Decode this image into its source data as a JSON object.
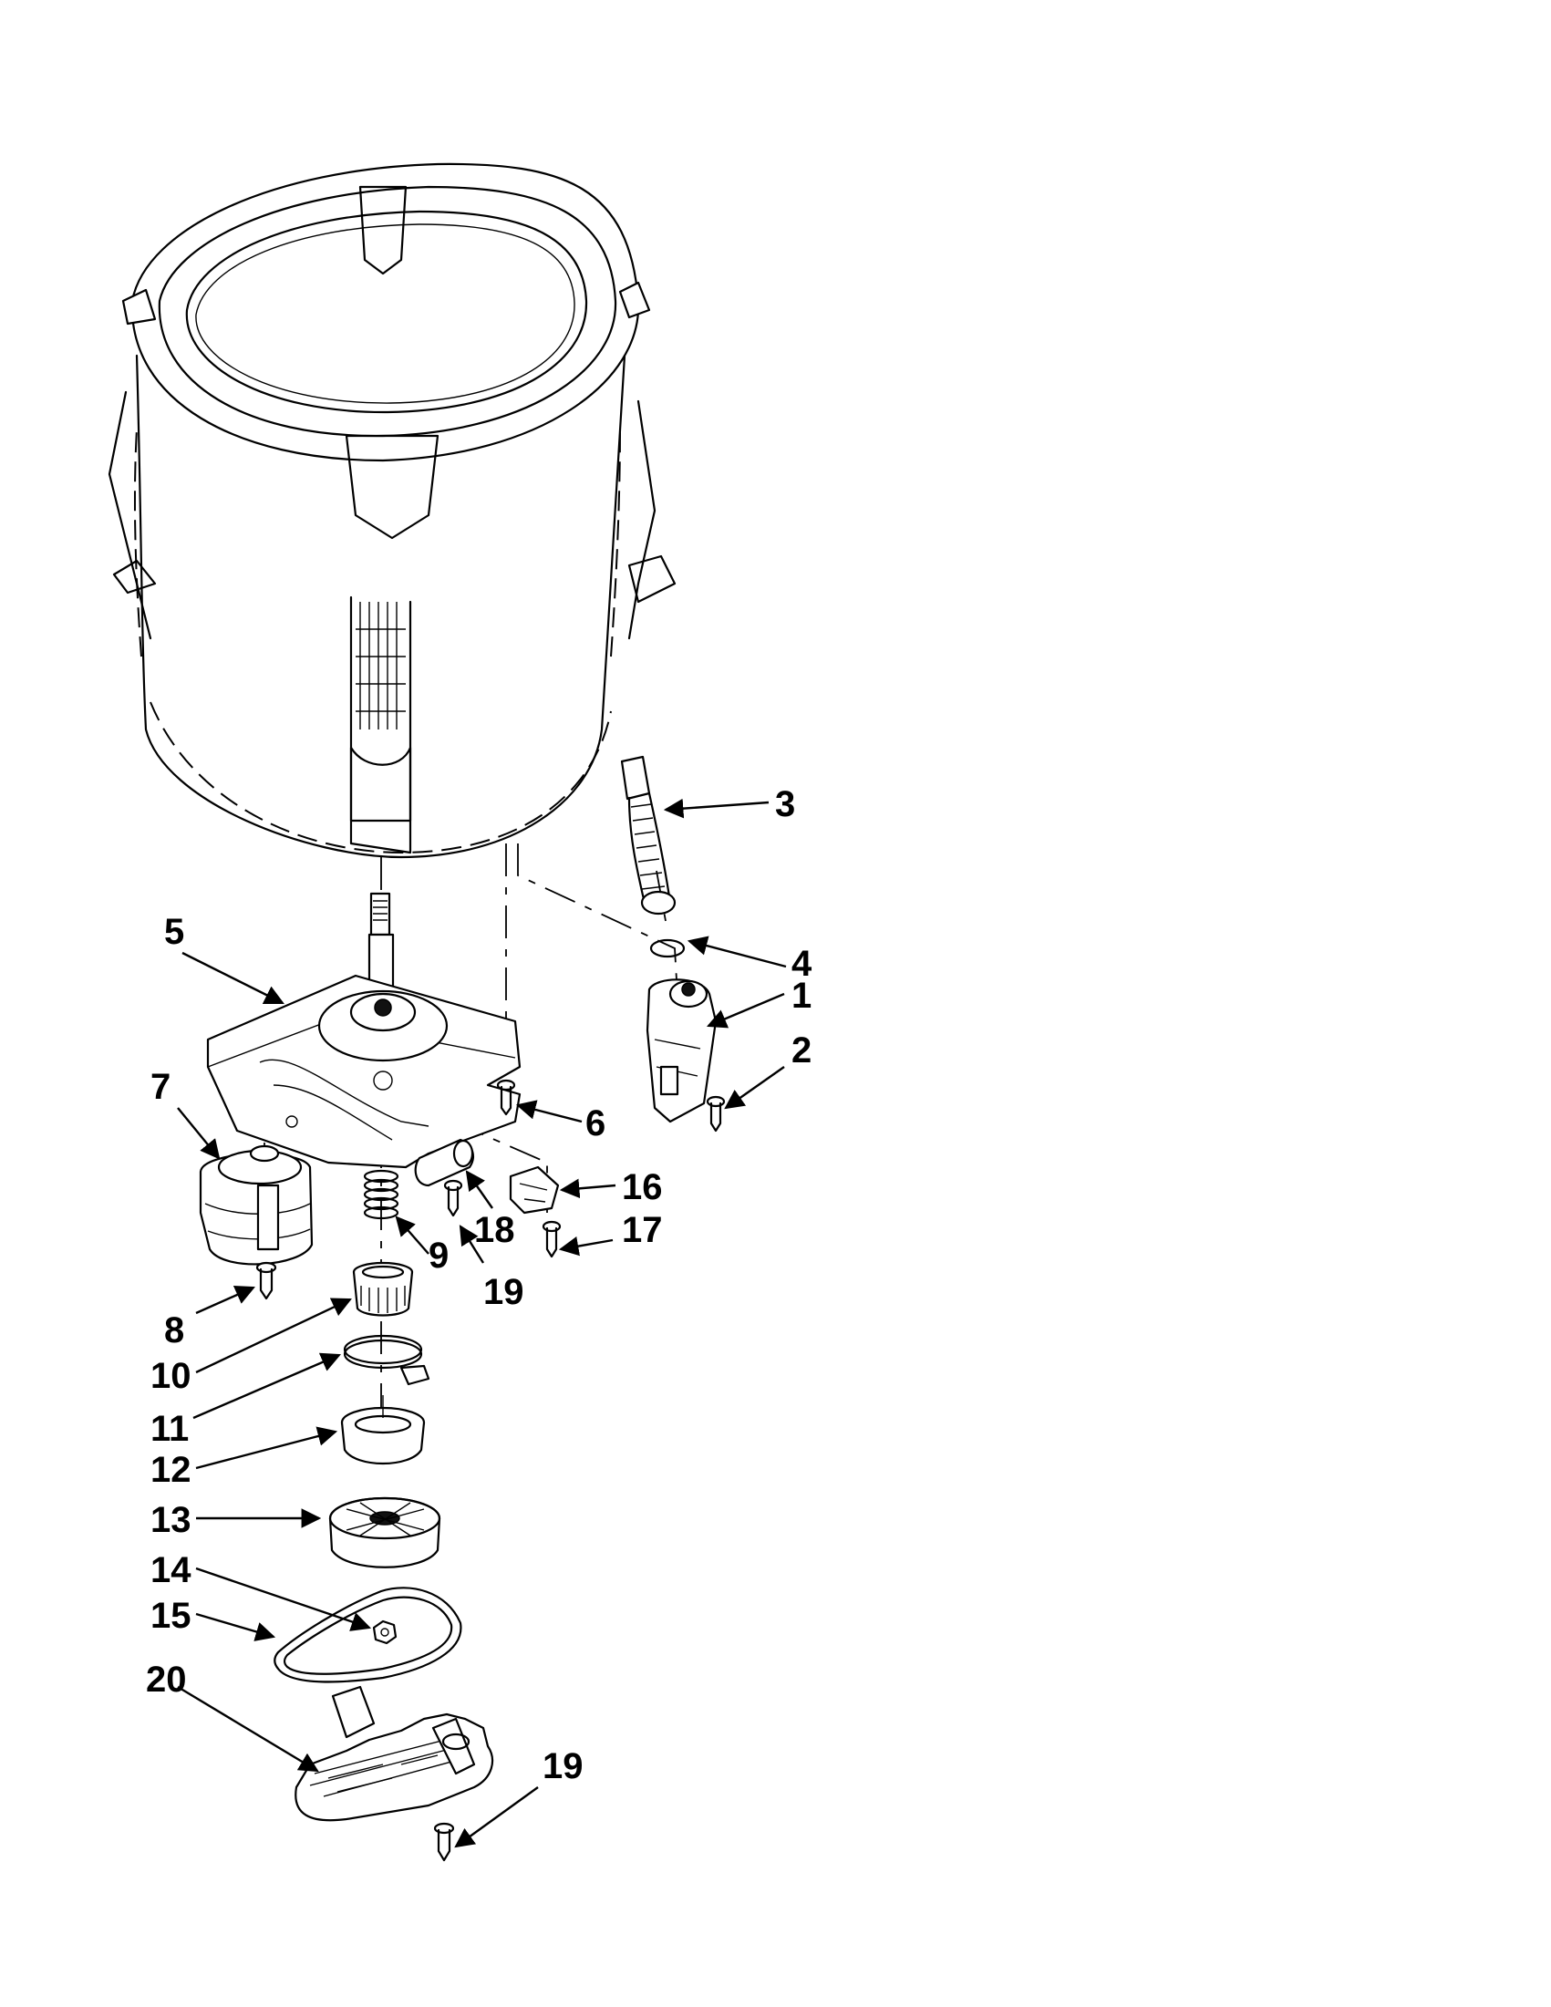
{
  "diagram": {
    "callouts": [
      {
        "id": "c1",
        "label": "1"
      },
      {
        "id": "c2",
        "label": "2"
      },
      {
        "id": "c3",
        "label": "3"
      },
      {
        "id": "c4",
        "label": "4"
      },
      {
        "id": "c5",
        "label": "5"
      },
      {
        "id": "c6",
        "label": "6"
      },
      {
        "id": "c7",
        "label": "7"
      },
      {
        "id": "c8",
        "label": "8"
      },
      {
        "id": "c9",
        "label": "9"
      },
      {
        "id": "c10",
        "label": "10"
      },
      {
        "id": "c11",
        "label": "11"
      },
      {
        "id": "c12",
        "label": "12"
      },
      {
        "id": "c13",
        "label": "13"
      },
      {
        "id": "c14",
        "label": "14"
      },
      {
        "id": "c15",
        "label": "15"
      },
      {
        "id": "c16",
        "label": "16"
      },
      {
        "id": "c17",
        "label": "17"
      },
      {
        "id": "c18",
        "label": "18"
      },
      {
        "id": "c19a",
        "label": "19"
      },
      {
        "id": "c19b",
        "label": "19"
      },
      {
        "id": "c20",
        "label": "20"
      }
    ]
  }
}
